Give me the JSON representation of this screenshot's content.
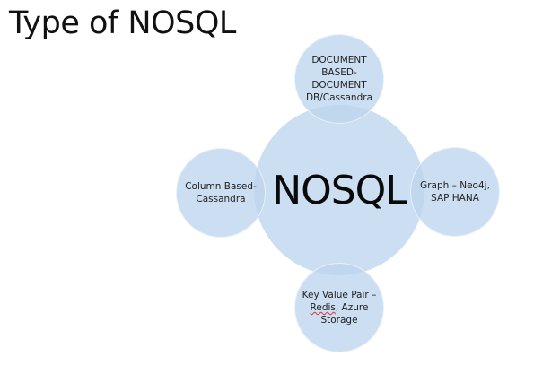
{
  "slide": {
    "title": "Type of NOSQL"
  },
  "diagram": {
    "center": {
      "label": "NOSQL"
    },
    "nodes": [
      {
        "position": "top",
        "label": "DOCUMENT BASED-DOCUMENT DB/Cassandra"
      },
      {
        "position": "right",
        "label": "Graph – Neo4j, SAP HANA"
      },
      {
        "position": "bottom",
        "label_prefix": "Key Value Pair –",
        "label_squiggle": "Redis",
        "label_suffix": ", Azure Storage"
      },
      {
        "position": "left",
        "label": "Column Based-Cassandra"
      }
    ],
    "colors": {
      "circle_fill": "#c5d9ee",
      "overlap_fill": "#a9c6e5",
      "text": "#222222"
    }
  }
}
